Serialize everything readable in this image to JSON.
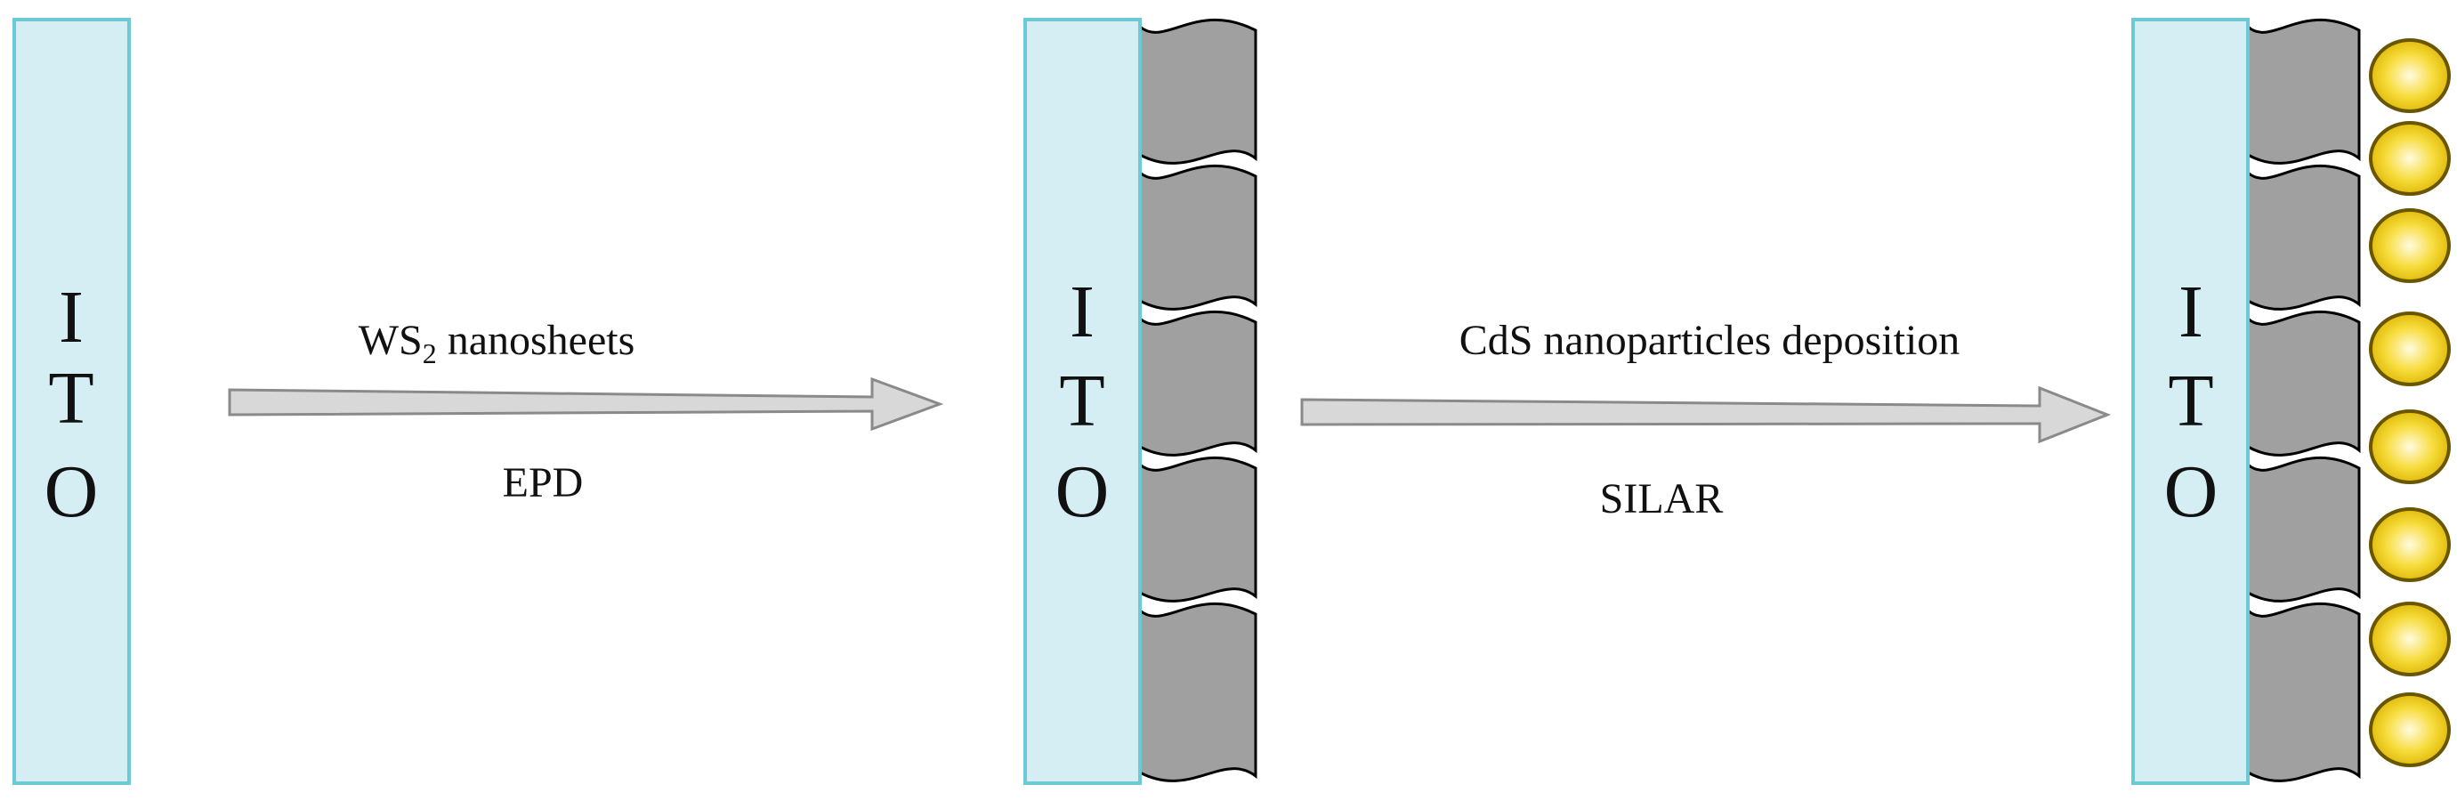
{
  "colors": {
    "substrate_fill": "#d4eef3",
    "substrate_stroke": "#6cc9d6",
    "nanosheet_fill": "#a0a0a0",
    "nanosheet_stroke": "#000000",
    "arrow_fill": "#d8d8d8",
    "arrow_stroke": "#8a8a8a",
    "particle_center": "#fffbe0",
    "particle_mid": "#f7dc3c",
    "particle_edge": "#dcb400",
    "particle_stroke": "#6b5600"
  },
  "substrates": [
    {
      "letters": [
        "I",
        "T",
        "O"
      ]
    },
    {
      "letters": [
        "I",
        "T",
        "O"
      ]
    },
    {
      "letters": [
        "I",
        "T",
        "O"
      ]
    }
  ],
  "steps": [
    {
      "top_main": "WS",
      "top_sub": "2",
      "top_rest": " nanosheets",
      "bottom": "EPD"
    },
    {
      "top_main": "CdS nanoparticles deposition",
      "top_sub": "",
      "top_rest": "",
      "bottom": "SILAR"
    }
  ]
}
